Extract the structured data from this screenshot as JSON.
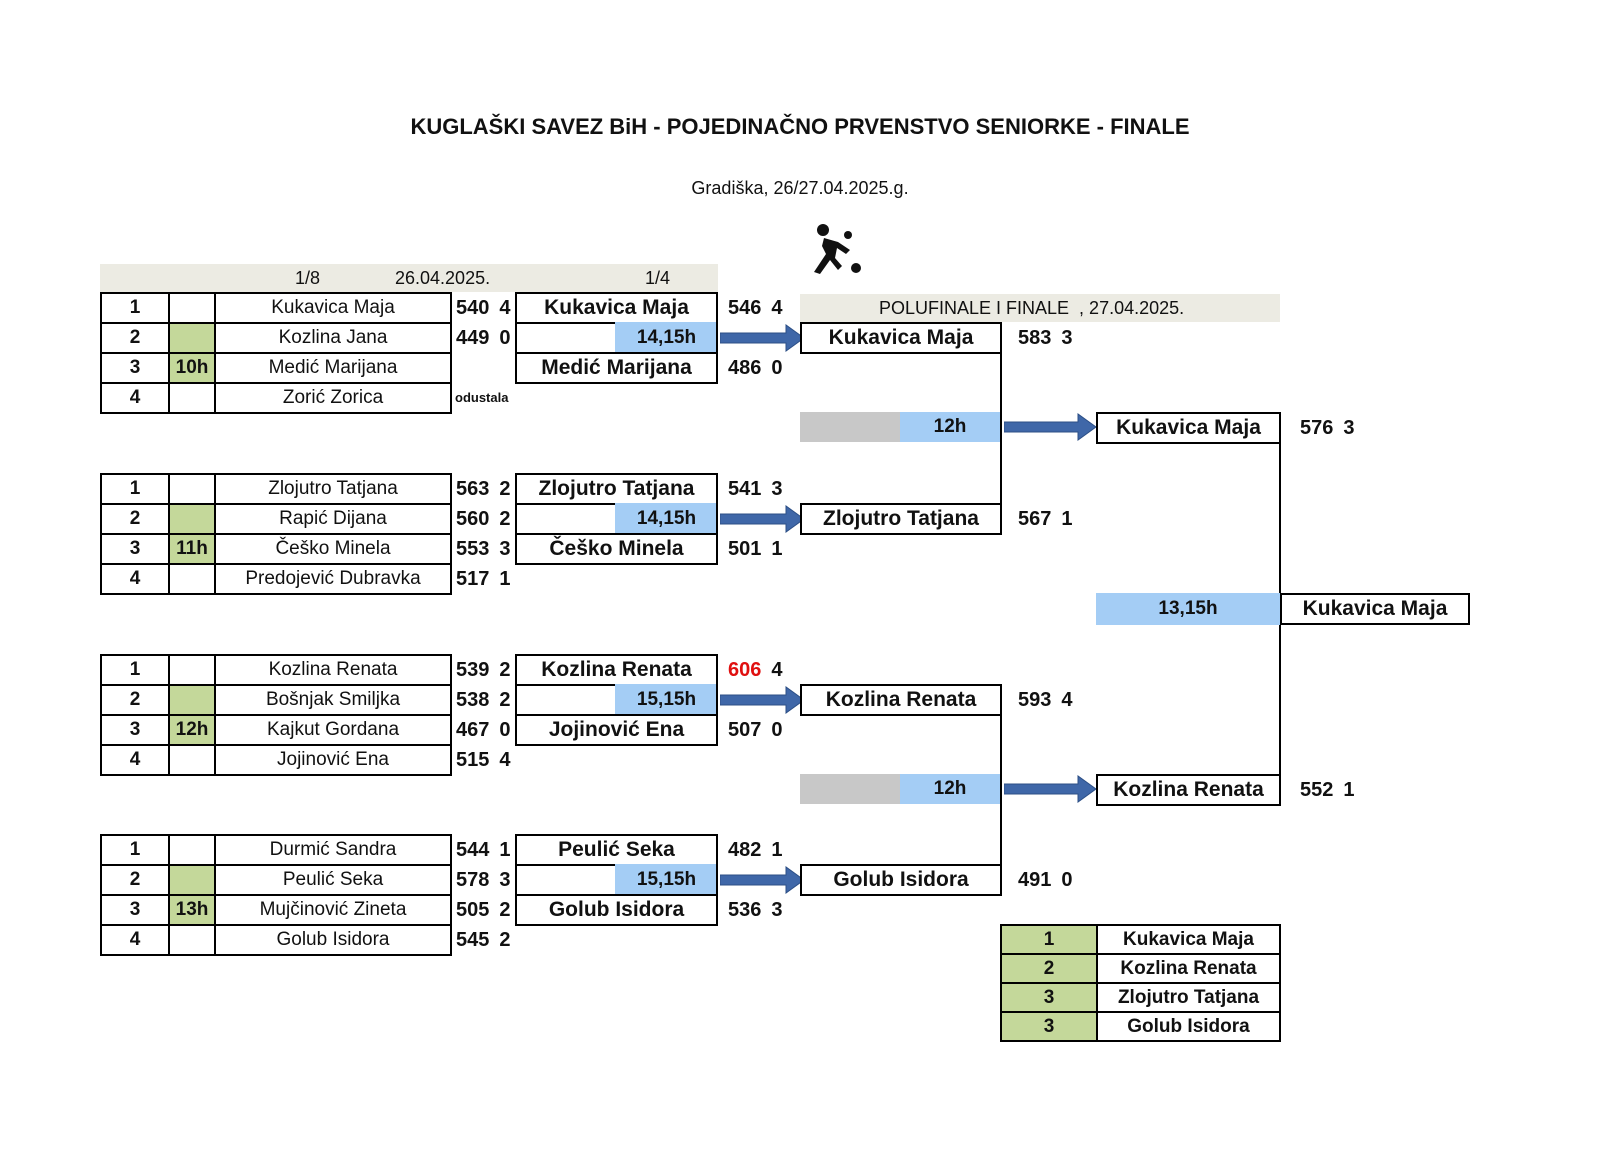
{
  "header": {
    "title": "KUGLAŠKI SAVEZ BiH - POJEDINAČNO PRVENSTVO SENIORKE - FINALE",
    "subtitle": "Gradiška, 26/27.04.2025.g.",
    "round16_label": "1/8",
    "round16_date": "26.04.2025.",
    "quarter_label": "1/4",
    "semi_final_label": "POLUFINALE I FINALE  , 27.04.2025.",
    "logo_icon": "bowler-icon"
  },
  "groups": [
    {
      "time": "10h",
      "players": [
        {
          "pos": "1",
          "name": "Kukavica Maja",
          "score": "540",
          "pts": "4"
        },
        {
          "pos": "2",
          "name": "Kozlina Jana",
          "score": "449",
          "pts": "0"
        },
        {
          "pos": "3",
          "name": "Medić Marijana",
          "score": "",
          "pts": ""
        },
        {
          "pos": "4",
          "name": "Zorić Zorica",
          "score": "",
          "pts": ""
        }
      ],
      "note": "odustala",
      "qf_top": {
        "name": "Kukavica Maja",
        "score": "546",
        "pts": "4"
      },
      "qf_time": "14,15h",
      "qf_bottom": {
        "name": "Medić Marijana",
        "score": "486",
        "pts": "0"
      }
    },
    {
      "time": "11h",
      "players": [
        {
          "pos": "1",
          "name": "Zlojutro Tatjana",
          "score": "563",
          "pts": "2"
        },
        {
          "pos": "2",
          "name": "Rapić Dijana",
          "score": "560",
          "pts": "2"
        },
        {
          "pos": "3",
          "name": "Češko Minela",
          "score": "553",
          "pts": "3"
        },
        {
          "pos": "4",
          "name": "Predojević Dubravka",
          "score": "517",
          "pts": "1"
        }
      ],
      "note": "",
      "qf_top": {
        "name": "Zlojutro Tatjana",
        "score": "541",
        "pts": "3"
      },
      "qf_time": "14,15h",
      "qf_bottom": {
        "name": "Češko Minela",
        "score": "501",
        "pts": "1"
      }
    },
    {
      "time": "12h",
      "players": [
        {
          "pos": "1",
          "name": "Kozlina Renata",
          "score": "539",
          "pts": "2"
        },
        {
          "pos": "2",
          "name": "Bošnjak Smiljka",
          "score": "538",
          "pts": "2"
        },
        {
          "pos": "3",
          "name": "Kajkut Gordana",
          "score": "467",
          "pts": "0"
        },
        {
          "pos": "4",
          "name": "Jojinović Ena",
          "score": "515",
          "pts": "4"
        }
      ],
      "note": "",
      "qf_top": {
        "name": "Kozlina Renata",
        "score": "606",
        "pts": "4"
      },
      "qf_time": "15,15h",
      "qf_bottom": {
        "name": "Jojinović Ena",
        "score": "507",
        "pts": "0"
      }
    },
    {
      "time": "13h",
      "players": [
        {
          "pos": "1",
          "name": "Durmić Sandra",
          "score": "544",
          "pts": "1"
        },
        {
          "pos": "2",
          "name": "Peulić Seka",
          "score": "578",
          "pts": "3"
        },
        {
          "pos": "3",
          "name": "Mujčinović Zineta",
          "score": "505",
          "pts": "2"
        },
        {
          "pos": "4",
          "name": "Golub Isidora",
          "score": "545",
          "pts": "2"
        }
      ],
      "note": "",
      "qf_top": {
        "name": "Peulić Seka",
        "score": "482",
        "pts": "1"
      },
      "qf_time": "15,15h",
      "qf_bottom": {
        "name": "Golub Isidora",
        "score": "536",
        "pts": "3"
      }
    }
  ],
  "semifinal_entries": [
    {
      "name": "Kukavica Maja",
      "score": "583",
      "pts": "3"
    },
    {
      "name": "Zlojutro Tatjana",
      "score": "567",
      "pts": "1"
    },
    {
      "name": "Kozlina Renata",
      "score": "593",
      "pts": "4"
    },
    {
      "name": "Golub Isidora",
      "score": "491",
      "pts": "0"
    }
  ],
  "semifinal_times": [
    "12h",
    "12h"
  ],
  "finalists": [
    {
      "name": "Kukavica Maja",
      "score": "576",
      "pts": "3"
    },
    {
      "name": "Kozlina Renata",
      "score": "552",
      "pts": "1"
    }
  ],
  "final_time": "13,15h",
  "champion": "Kukavica Maja",
  "standings": [
    {
      "rank": "1",
      "name": "Kukavica Maja"
    },
    {
      "rank": "2",
      "name": "Kozlina Renata"
    },
    {
      "rank": "3",
      "name": "Zlojutro Tatjana"
    },
    {
      "rank": "3",
      "name": "Golub Isidora"
    }
  ],
  "colors": {
    "highlight_score": "#e01010",
    "time_cell": "#c4d89a",
    "match_time": "#a4cdf5",
    "arrow": "#3f67a8"
  }
}
